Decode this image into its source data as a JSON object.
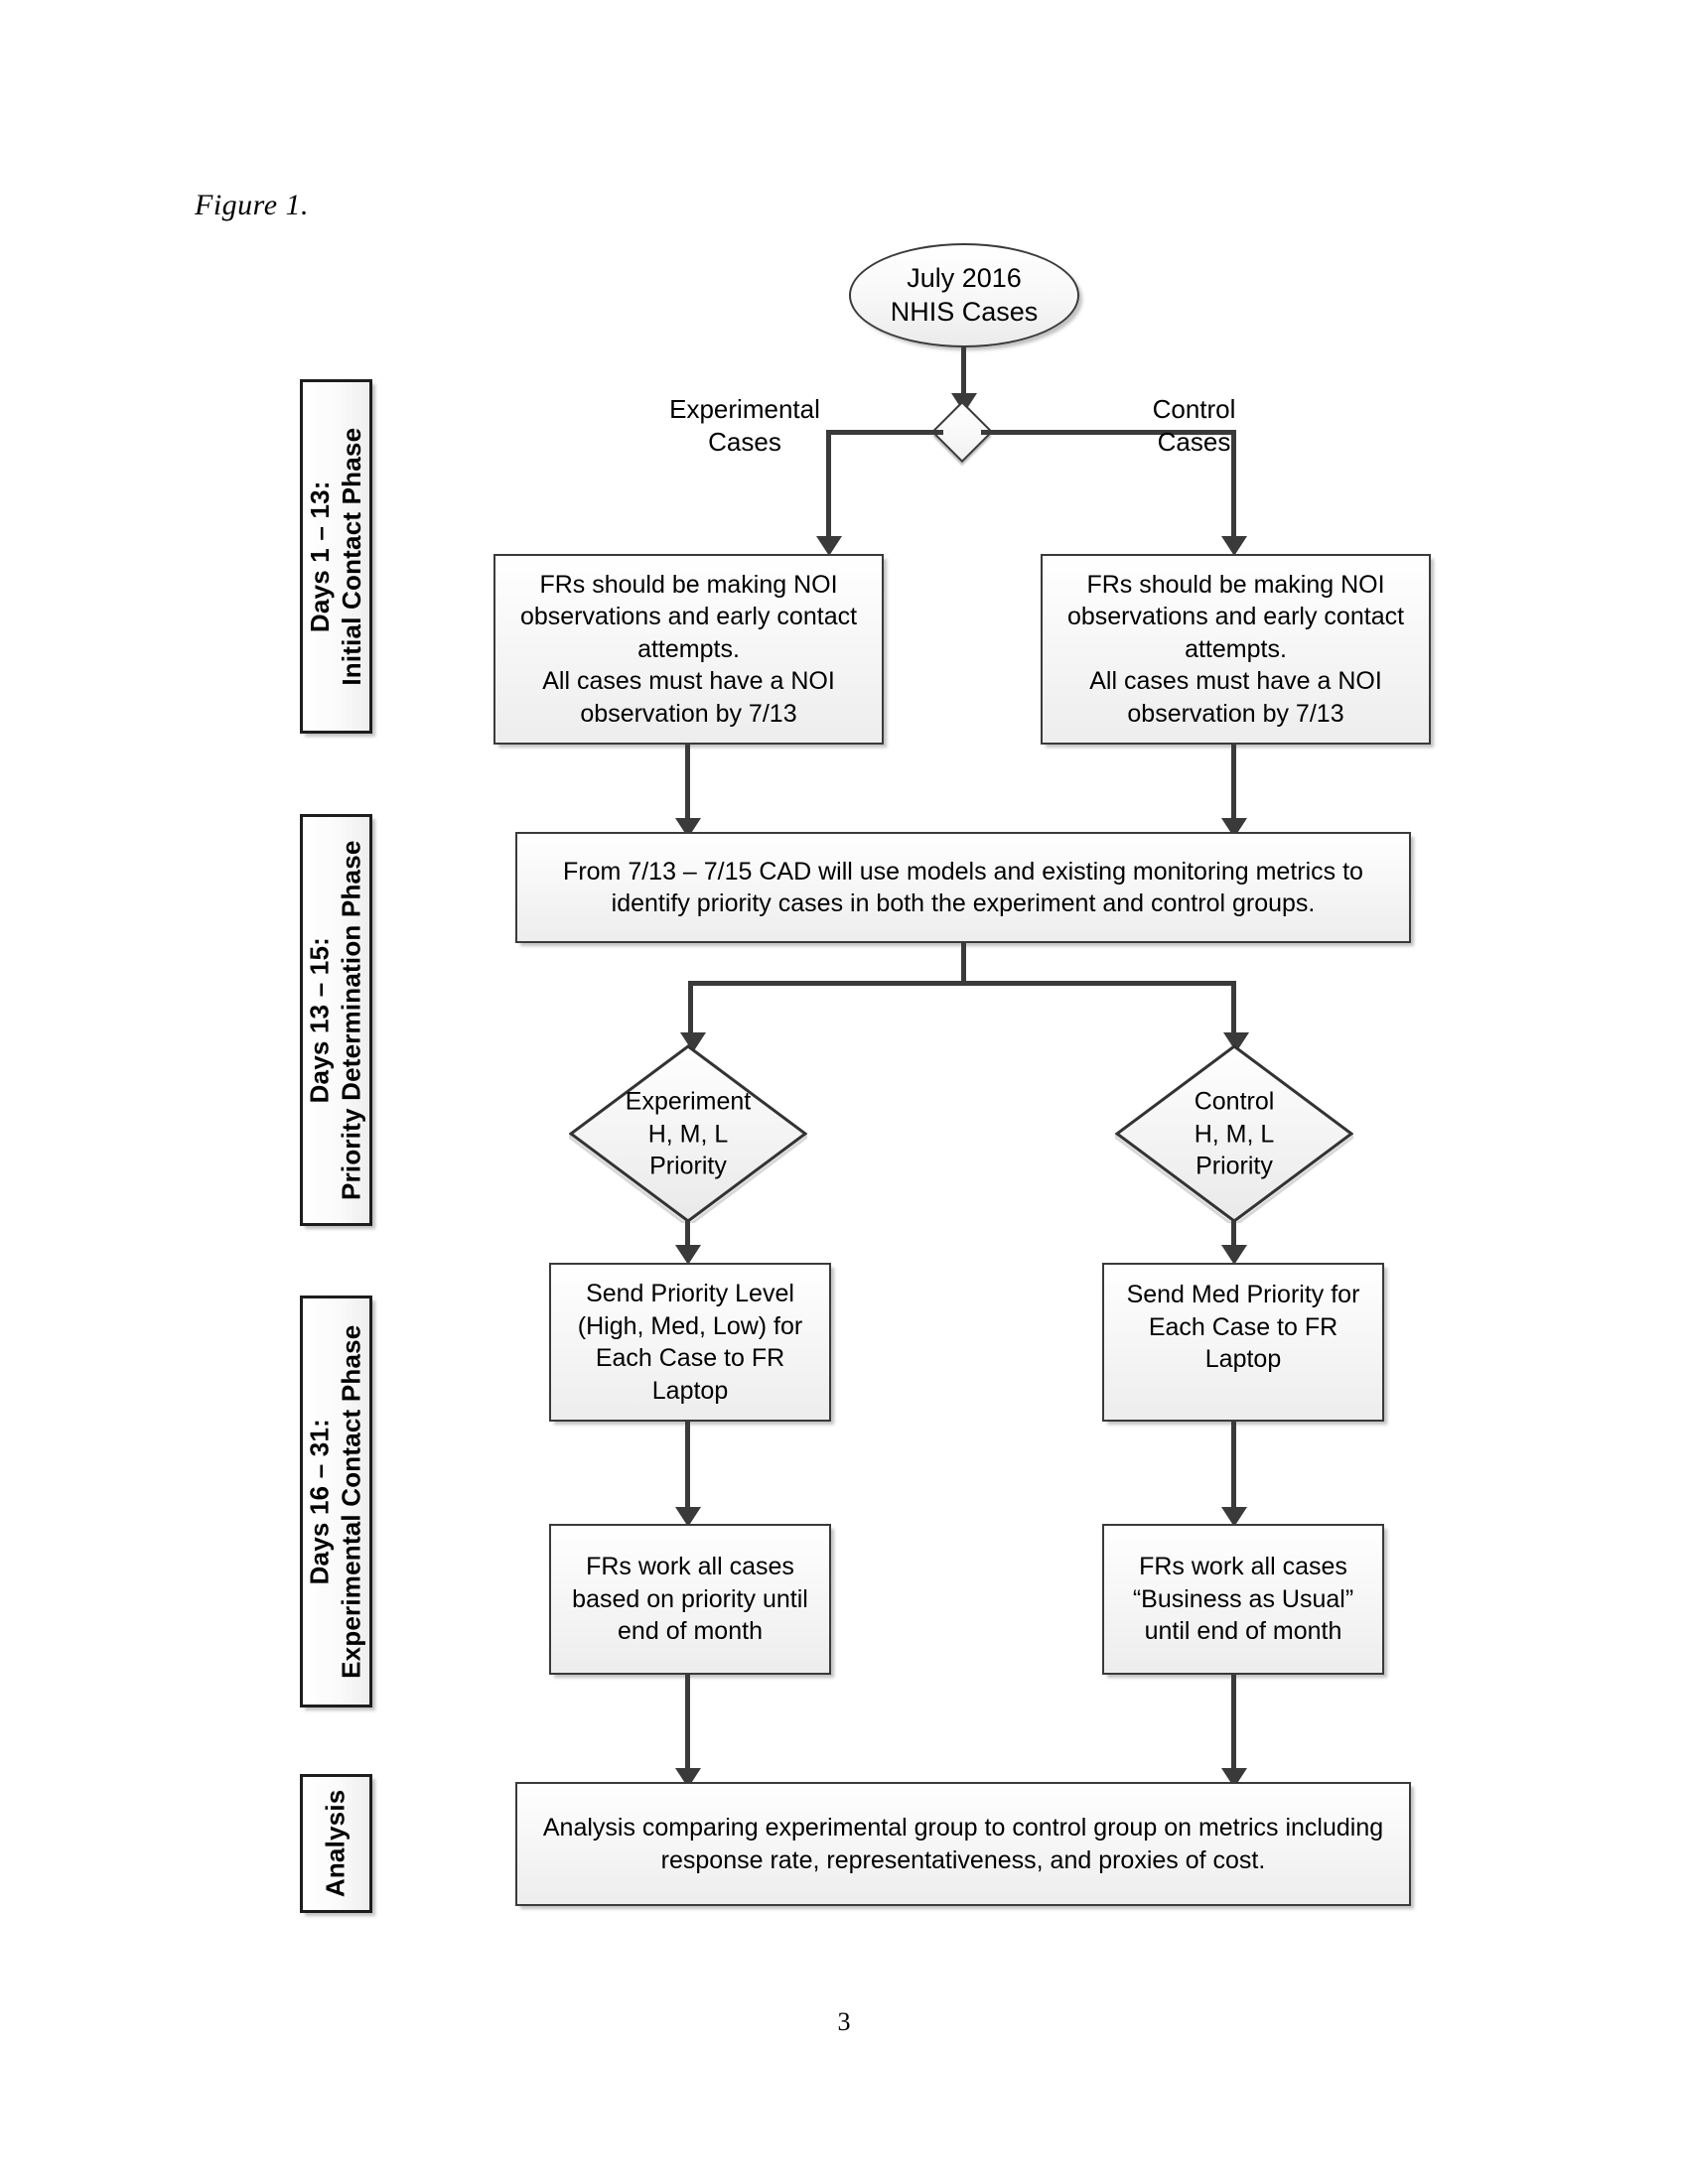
{
  "figure": {
    "caption": "Figure 1.",
    "page_number": "3"
  },
  "theme": {
    "line_color": "#3a3a3a",
    "box_border": "#3a3a3a",
    "box_fill_top": "#ffffff",
    "box_fill_bottom": "#ededed",
    "text_color": "#000000",
    "page_background": "#ffffff"
  },
  "phases": [
    {
      "id": "initial-contact",
      "line1": "Days 1 – 13:",
      "line2": "Initial Contact Phase"
    },
    {
      "id": "priority-determination",
      "line1": "Days 13 – 15:",
      "line2": "Priority Determination Phase"
    },
    {
      "id": "experimental-contact",
      "line1": "Days 16 – 31:",
      "line2": "Experimental Contact Phase"
    },
    {
      "id": "analysis",
      "line1": "Analysis",
      "line2": ""
    }
  ],
  "nodes": {
    "start_oval": "July 2016\nNHIS Cases",
    "branch_left_label": "Experimental\nCases",
    "branch_right_label": "Control\nCases",
    "left_initial_box": "FRs should be making NOI observations and early contact attempts.\nAll cases must have a NOI observation by 7/13",
    "right_initial_box": "FRs should be making NOI observations and early contact attempts.\nAll cases must have a NOI observation by 7/13",
    "cad_box": "From 7/13 – 7/15 CAD will use models and existing monitoring metrics to identify priority cases in both the experiment and control groups.",
    "left_diamond": "Experiment\nH, M, L\nPriority",
    "right_diamond": "Control\nH, M, L\nPriority",
    "left_send_box": "Send Priority Level (High, Med, Low) for Each Case to FR Laptop",
    "right_send_box": "Send Med Priority for Each Case to FR Laptop",
    "left_work_box": "FRs work all cases based on priority until end of month",
    "right_work_box": "FRs work all cases “Business as Usual” until end of month",
    "analysis_box": "Analysis comparing experimental group to control group on metrics including response rate, representativeness, and proxies of cost."
  }
}
